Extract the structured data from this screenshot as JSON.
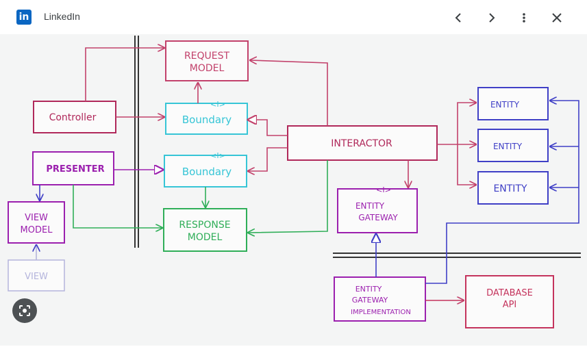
{
  "app": {
    "title": "LinkedIn",
    "logo_text": "in"
  },
  "toolbar": {
    "back_icon": "chevron-left-icon",
    "forward_icon": "chevron-right-icon",
    "more_icon": "more-vertical-icon",
    "close_icon": "close-icon"
  },
  "diagram": {
    "request_model": [
      "REQUEST",
      "MODEL"
    ],
    "controller": "Controller",
    "boundary_top_tag": "<I>",
    "boundary_top": "Boundary",
    "interactor": "INTERACTOR",
    "presenter": "PRESENTER",
    "boundary_bottom_tag": "<I>",
    "boundary_bottom": "Boundary",
    "view_model": [
      "VIEW",
      "MODEL"
    ],
    "view": "VIEW",
    "response_model": [
      "RESPONSE",
      "MODEL"
    ],
    "entity_gateway_tag": "<I>",
    "entity_gateway": [
      "ENTITY",
      "GATEWAY"
    ],
    "entities": [
      "ENTITY",
      "ENTITY",
      "ENTITY"
    ],
    "gateway_impl": [
      "ENTITY",
      "GATEWAY",
      "IMPLEMENTATION"
    ],
    "database_api": [
      "DATABASE",
      "API"
    ]
  },
  "colors": {
    "request": "#c2416b",
    "controller": "#b0285a",
    "boundary": "#36c5d6",
    "presenter": "#9b1fae",
    "response": "#2fae58",
    "entity": "#3f3fc6",
    "database": "#c4335c",
    "view": "#b4b4dc"
  },
  "lens_icon": "google-lens-icon"
}
